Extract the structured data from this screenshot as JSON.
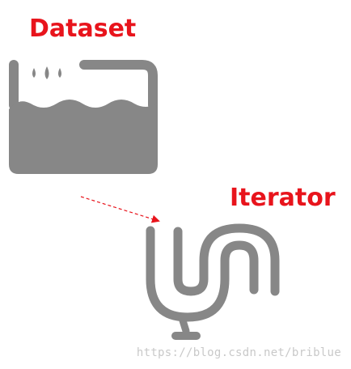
{
  "colors": {
    "label": "#e8141c",
    "icon": "#878787",
    "arrow": "#e8141c",
    "watermark": "#c9c9c9"
  },
  "nodes": {
    "dataset": {
      "label": "Dataset",
      "icon": "water-tank-icon"
    },
    "iterator": {
      "label": "Iterator",
      "icon": "looping-pipe-icon"
    }
  },
  "edges": [
    {
      "from": "dataset",
      "to": "iterator",
      "style": "dashed",
      "direction": "forward"
    }
  ],
  "watermark": "https://blog.csdn.net/briblue"
}
